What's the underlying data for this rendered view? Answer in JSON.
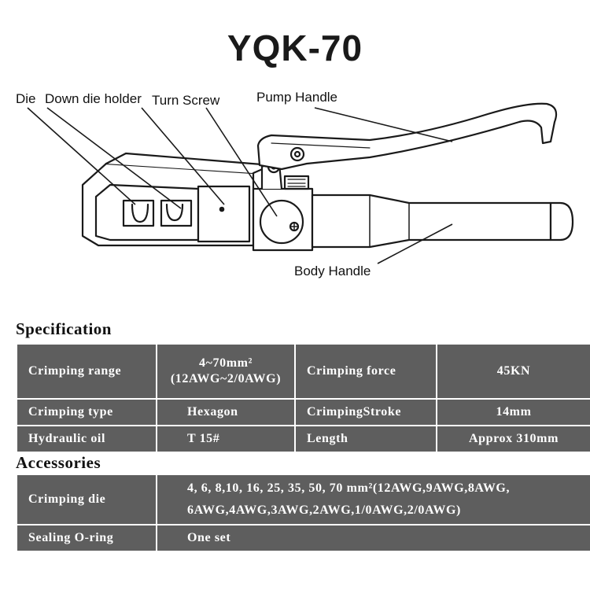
{
  "title": "YQK-70",
  "diagram": {
    "labels": {
      "die": "Die",
      "down_die_holder": "Down die holder",
      "turn_screw": "Turn Screw",
      "pump_handle": "Pump Handle",
      "body_handle": "Body Handle"
    }
  },
  "specification": {
    "heading": "Specification",
    "rows": [
      {
        "label1": "Crimping range",
        "value1_line1": "4~70mm²",
        "value1_line2": "(12AWG~2/0AWG)",
        "label2": "Crimping force",
        "value2": "45KN"
      },
      {
        "label1": "Crimping type",
        "value1": "Hexagon",
        "label2": "CrimpingStroke",
        "value2": "14mm"
      },
      {
        "label1": "Hydraulic oil",
        "value1": "T 15#",
        "label2": "Length",
        "value2": "Approx 310mm"
      }
    ]
  },
  "accessories": {
    "heading": "Accessories",
    "rows": [
      {
        "label": "Crimping die",
        "value_line1": "4, 6, 8,10, 16, 25, 35, 50, 70 mm²(12AWG,9AWG,8AWG,",
        "value_line2": "6AWG,4AWG,3AWG,2AWG,1/0AWG,2/0AWG)"
      },
      {
        "label": "Sealing O-ring",
        "value": "One set"
      }
    ]
  }
}
